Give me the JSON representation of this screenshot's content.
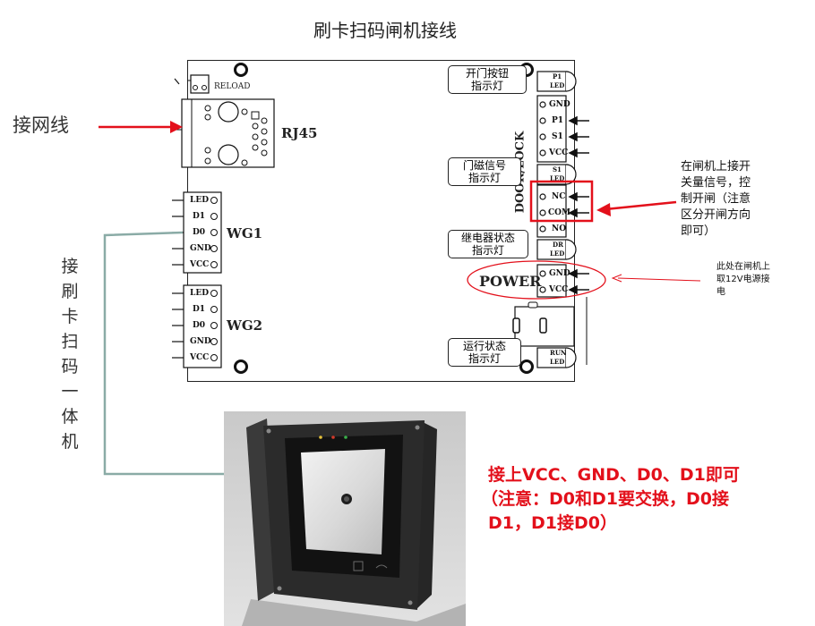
{
  "title": "刷卡扫码闸机接线",
  "board": {
    "reload": "RELOAD",
    "rj45": "RJ45",
    "wg1": "WG1",
    "wg2": "WG2",
    "door_lock": "DOOR/LOCK",
    "power": "POWER",
    "wg1_pins": [
      "LED",
      "D1",
      "D0",
      "GND",
      "VCC"
    ],
    "wg2_pins": [
      "LED",
      "D1",
      "D0",
      "GND",
      "VCC"
    ],
    "right_pins": {
      "p1_led": [
        "P1",
        "LED"
      ],
      "door": [
        "GND",
        "P1",
        "S1",
        "VCC"
      ],
      "s1_led": [
        "S1",
        "LED"
      ],
      "relay": [
        "NC",
        "COM",
        "NO"
      ],
      "dr_led": [
        "DR",
        "LED"
      ],
      "power": [
        "GND",
        "VCC"
      ],
      "run_led": [
        "RUN",
        "LED"
      ]
    }
  },
  "callouts": {
    "open_button": [
      "开门按钮",
      "指示灯"
    ],
    "door_sensor": [
      "门磁信号",
      "指示灯"
    ],
    "relay_status": [
      "继电器状态",
      "指示灯"
    ],
    "run_status": [
      "运行状态",
      "指示灯"
    ]
  },
  "annotations": {
    "network": "接网线",
    "gate_signal": [
      "在闸机上接开",
      "关量信号，控",
      "制开闸（注意",
      "区分开闸方向",
      "即可）"
    ],
    "power_take": [
      "此处在闸机上",
      "取12V电源接",
      "电"
    ],
    "reader_vertical": [
      "接",
      "刷",
      "卡",
      "扫",
      "码",
      "一",
      "体",
      "机"
    ],
    "wiring_note": [
      "接上VCC、GND、D0、D1即可",
      "（注意：D0和D1要交换，D0接",
      "D1，D1接D0）"
    ]
  },
  "colors": {
    "accent_red": "#e3101b",
    "leader_teal": "#8aaba6",
    "board_line": "#222222"
  }
}
